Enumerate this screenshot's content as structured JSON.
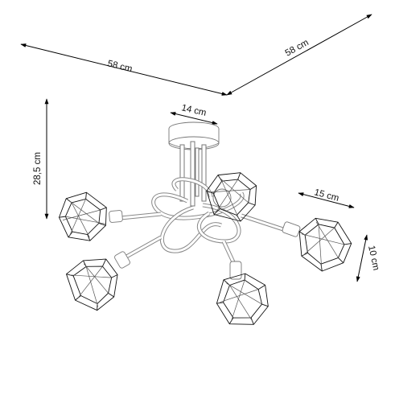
{
  "dimensions": {
    "width_left": "58 cm",
    "width_right": "58 cm",
    "canopy": "14 cm",
    "height": "28,5 cm",
    "shade_width": "15 cm",
    "shade_height": "10 cm"
  }
}
